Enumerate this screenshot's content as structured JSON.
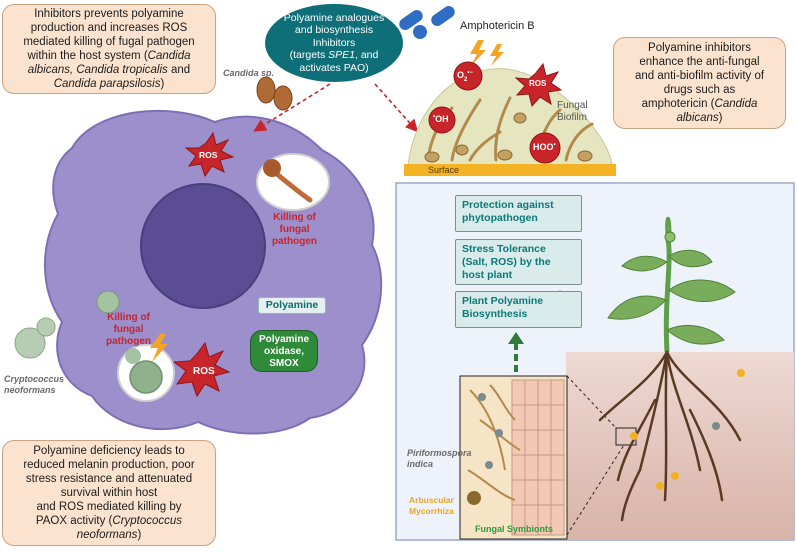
{
  "top_left_box": {
    "line1": "Inhibitors prevents polyamine",
    "line2": "production and increases ROS",
    "line3": "mediated killing of fugal pathogen",
    "line4": "within the host system (",
    "line4_it": "Candida",
    "line5_it": "albicans, Candida tropicalis",
    "line5_b": " and",
    "line6_it": "Candida parapsilosis",
    "line6_b": ")"
  },
  "top_center_oval": {
    "line1": "Polyamine analogues",
    "line2": "and biosynthesis",
    "line3": "Inhibitors",
    "line4a": "(targets ",
    "line4_it": "SPE1",
    "line4b": ", and",
    "line5": "activates PAO)"
  },
  "amphotericin_label": "Amphotericin B",
  "top_right_box": {
    "line1": "Polyamine inhibitors",
    "line2": "enhance the anti-fungal",
    "line3": "and anti-biofilm activity of",
    "line4": "drugs such as",
    "line5a": "amphotericin  (",
    "line5_it": "Candida",
    "line6_it": "albicans",
    "line6_b": ")"
  },
  "candida_label": "Candida sp.",
  "biofilm": {
    "fungal_biofilm_1": "Fungal",
    "fungal_biofilm_2": "Biofilm",
    "surface": "Surface",
    "ros": "ROS",
    "o2": "O",
    "o2_sub": "2",
    "o2_sup": "•−",
    "oh_pre": "•",
    "oh": "OH",
    "hoo": "HOO",
    "hoo_sup": "•"
  },
  "cell": {
    "ros_top": "ROS",
    "killing_right": [
      "Killing of",
      "fungal",
      "pathogen"
    ],
    "killing_left": [
      "Killing of",
      "fungal",
      "pathogen"
    ],
    "polyamine": "Polyamine",
    "oxidase": [
      "Polyamine",
      "oxidase,",
      "SMOX"
    ],
    "ros_bottom": "ROS"
  },
  "crypto_label": [
    "Cryptococcus",
    "neoformans"
  ],
  "bottom_left_box": {
    "line1": "Polyamine deficiency leads to",
    "line2": "reduced melanin production, poor",
    "line3": "stress resistance and attenuated",
    "line4": "survival within host",
    "line5": "and ROS mediated killing by",
    "line6a": "PAOX activity (",
    "line6_it": "Cryptococcus",
    "line7_it": "neoformans",
    "line7_b": ")"
  },
  "plant_panel": {
    "protection": [
      "Protection against",
      "phytopathogen"
    ],
    "stress": [
      "Stress Tolerance",
      "(Salt, ROS) by the",
      "host plant"
    ],
    "biosynthesis": [
      "Plant Polyamine",
      "Biosynthesis"
    ],
    "piriformospora": [
      "Piriformospora",
      "indica"
    ],
    "arbuscular": [
      "Arbuscular",
      "Mycorrhiza"
    ],
    "symbionts": "Fungal Symbionts"
  },
  "colors": {
    "box_fill": "#fbe3cf",
    "oval_fill": "#0e6f78",
    "cell_fill": "#9d8fcc",
    "ros_star": "#c7252a",
    "teal_text": "#0c7a7a",
    "green_oxidase": "#2f8a3a",
    "surface": "#f3b324"
  }
}
